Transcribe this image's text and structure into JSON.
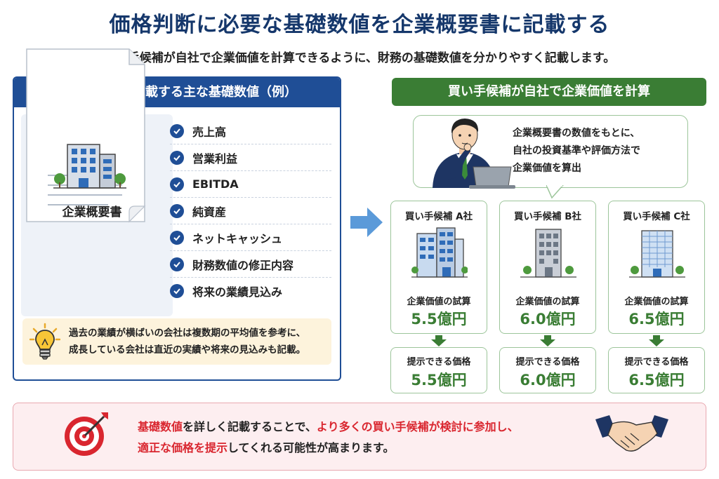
{
  "title": "価格判断に必要な基礎数値を企業概要書に記載する",
  "subtitle": "買い手候補が自社で企業価値を計算できるように、財務の基礎数値を分かりやすく記載します。",
  "left": {
    "header": "企業概要書に記載する主な基礎数値（例）",
    "doc_title": "企業概要書",
    "items": [
      "売上高",
      "営業利益",
      "EBITDA",
      "純資産",
      "ネットキャッシュ",
      "財務数値の修正内容",
      "将来の業績見込み"
    ],
    "tip_line1": "過去の業績が横ばいの会社は複数期の平均値を参考に、",
    "tip_line2": "成長している会社は直近の実績や将来の見込みも記載。"
  },
  "right": {
    "header": "買い手候補が自社で企業価値を計算",
    "bubble_line1": "企業概要書の数値をもとに、",
    "bubble_line2": "自社の投資基準や評価方法で",
    "bubble_line3": "企業価値を算出",
    "companies": [
      {
        "name": "買い手候補 A社",
        "estimate_label": "企業価値の試算",
        "estimate": "5.5億円",
        "price_label": "提示できる価格",
        "price": "5.5億円"
      },
      {
        "name": "買い手候補 B社",
        "estimate_label": "企業価値の試算",
        "estimate": "6.0億円",
        "price_label": "提示できる価格",
        "price": "6.0億円"
      },
      {
        "name": "買い手候補 C社",
        "estimate_label": "企業価値の試算",
        "estimate": "6.5億円",
        "price_label": "提示できる価格",
        "price": "6.5億円"
      }
    ]
  },
  "banner": {
    "l1a": "基礎数値",
    "l1b": "を詳しく記載することで、",
    "l1c": "より多くの買い手候補が検討に参加し、",
    "l2a": "適正な価格を提示",
    "l2b": "してくれる可能性が高まります。"
  },
  "colors": {
    "navy": "#1f4e96",
    "title": "#15376b",
    "green": "#3a7d34",
    "red": "#d9262f",
    "banner_bg": "#fdeef0",
    "tip_bg": "#fdf3dc"
  },
  "icons": [
    "document-icon",
    "building-icon",
    "check-icon",
    "lightbulb-icon",
    "arrow-right-icon",
    "businessman-icon",
    "laptop-icon",
    "arrow-down-icon",
    "target-icon",
    "handshake-icon"
  ]
}
